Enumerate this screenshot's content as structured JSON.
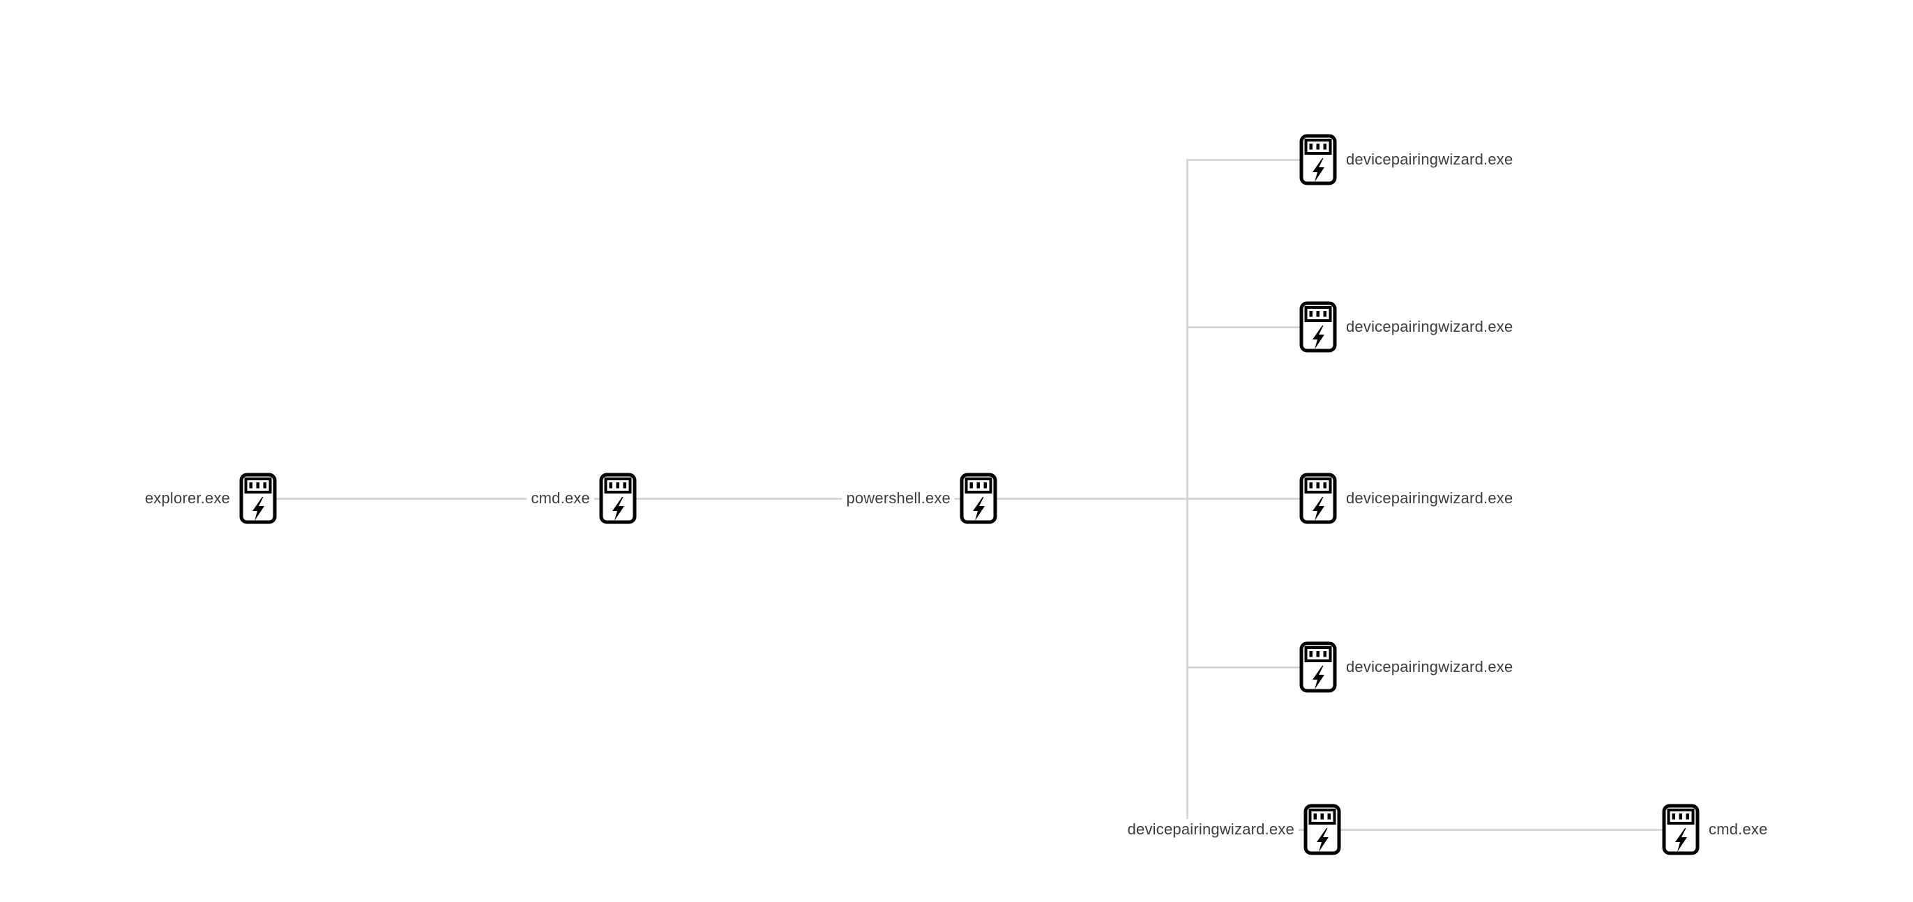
{
  "diagram": {
    "kind": "process-tree",
    "background_color": "#ffffff",
    "edge_color": "#d6d6d6",
    "label_color": "#3c3c3c",
    "icon_color": "#000000",
    "icon": "process-executable-icon",
    "nodes": [
      {
        "id": "explorer",
        "label": "explorer.exe",
        "parent": null
      },
      {
        "id": "cmd-1",
        "label": "cmd.exe",
        "parent": "explorer"
      },
      {
        "id": "powershell",
        "label": "powershell.exe",
        "parent": "cmd-1"
      },
      {
        "id": "dpw-1",
        "label": "devicepairingwizard.exe",
        "parent": "powershell"
      },
      {
        "id": "dpw-2",
        "label": "devicepairingwizard.exe",
        "parent": "powershell"
      },
      {
        "id": "dpw-3",
        "label": "devicepairingwizard.exe",
        "parent": "powershell"
      },
      {
        "id": "dpw-4",
        "label": "devicepairingwizard.exe",
        "parent": "powershell"
      },
      {
        "id": "dpw-5",
        "label": "devicepairingwizard.exe",
        "parent": "powershell"
      },
      {
        "id": "cmd-2",
        "label": "cmd.exe",
        "parent": "dpw-5"
      }
    ]
  }
}
